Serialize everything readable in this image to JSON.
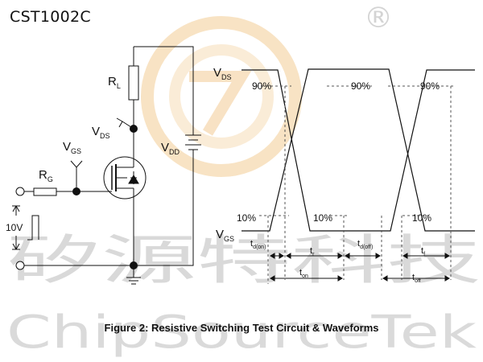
{
  "header": {
    "part_number": "CST1002C"
  },
  "watermark": {
    "chinese": "矽源特科技",
    "english": "ChipSourceTek",
    "registered_mark": "®",
    "logo_color": "#f6d9b0"
  },
  "circuit": {
    "rl": {
      "main": "R",
      "sub": "L"
    },
    "vds": {
      "main": "V",
      "sub": "DS"
    },
    "vgs": {
      "main": "V",
      "sub": "GS"
    },
    "rg": {
      "main": "R",
      "sub": "G"
    },
    "vdd": {
      "main": "V",
      "sub": "DD"
    },
    "pulse_amplitude": "10V"
  },
  "waveforms": {
    "vds": {
      "main": "V",
      "sub": "DS"
    },
    "vgs": {
      "main": "V",
      "sub": "GS"
    },
    "p90": "90%",
    "p10": "10%",
    "td_on": {
      "main": "t",
      "sub": "d(on)"
    },
    "tr": {
      "main": "t",
      "sub": "r"
    },
    "td_off": {
      "main": "t",
      "sub": "d(off)"
    },
    "tf": {
      "main": "t",
      "sub": "f"
    },
    "ton": {
      "main": "t",
      "sub": "on"
    },
    "toff": {
      "main": "t",
      "sub": "off"
    }
  },
  "caption": "Figure 2: Resistive Switching Test Circuit & Waveforms"
}
